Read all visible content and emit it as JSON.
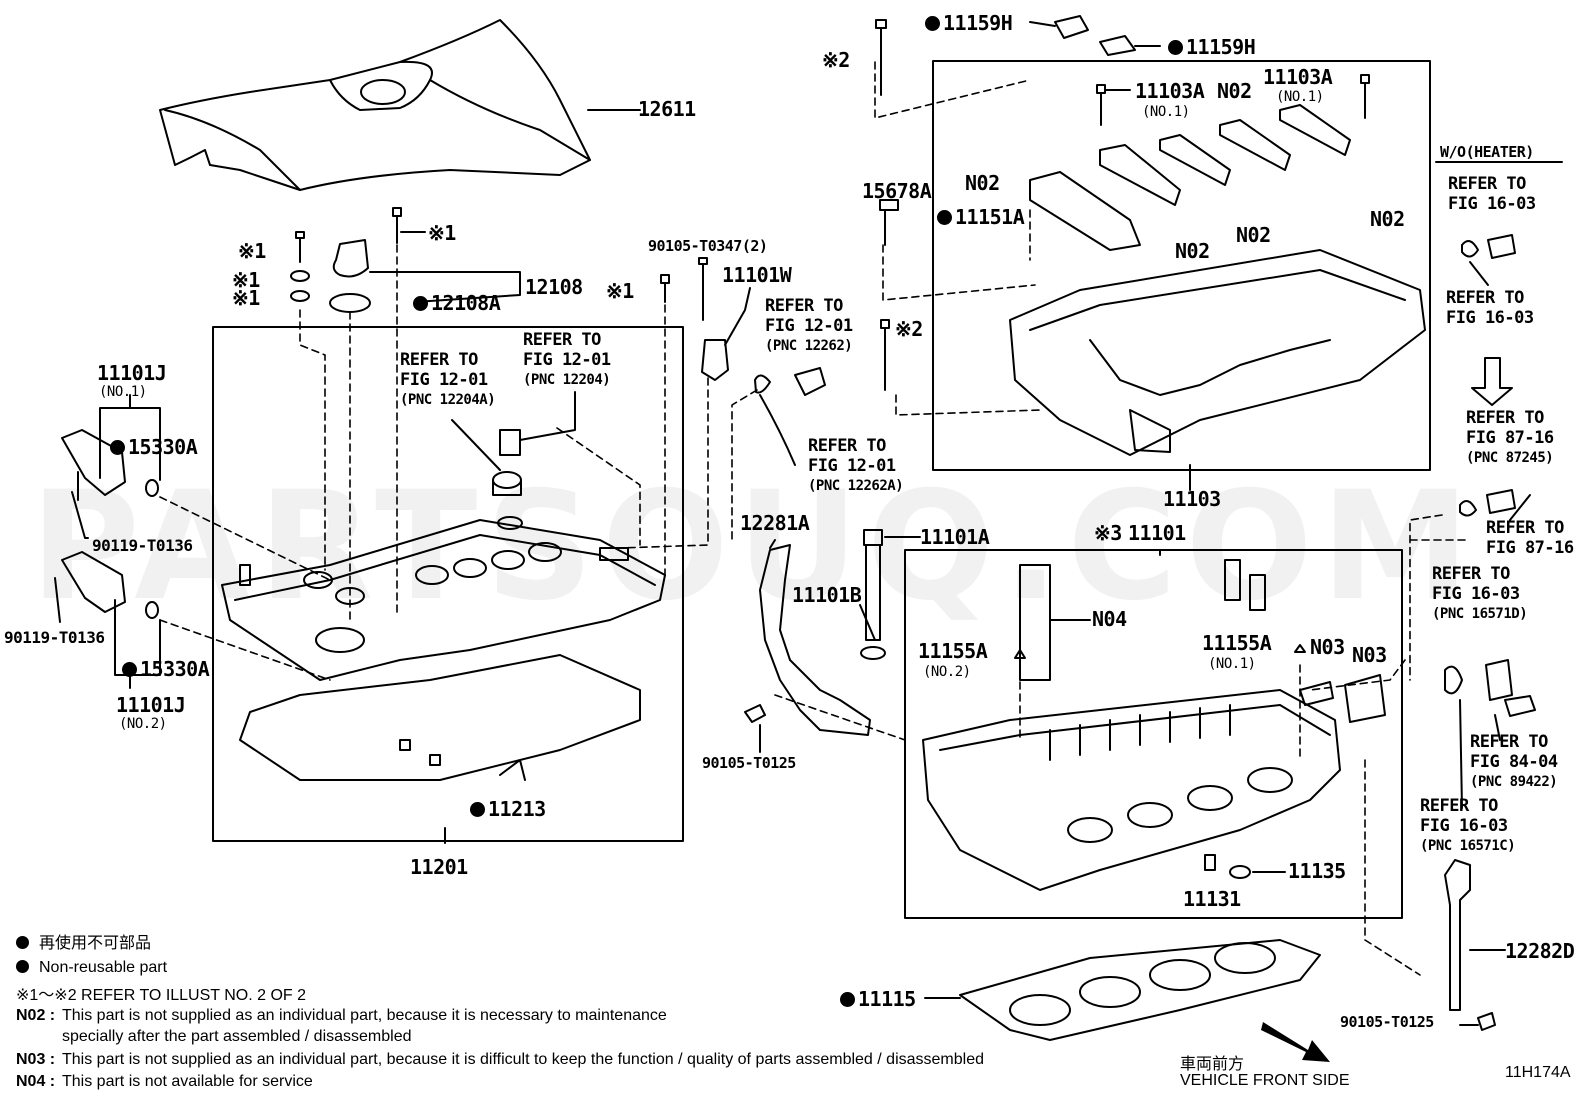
{
  "watermark": "PARTSOUQ.COM",
  "labels": {
    "p12611": "12611",
    "p12108": "12108",
    "p12108A": "12108A",
    "star1_a": "※1",
    "star1_b": "※1",
    "star1_c": "※1",
    "star1_d": "※1",
    "star1_e": "※1",
    "star2_a": "※2",
    "star2_b": "※2",
    "p11101J_1": "11101J",
    "p11101J_1_sub": "(NO.1)",
    "p15330A_1": "15330A",
    "p90119_1": "90119-T0136",
    "p90119_2": "90119-T0136",
    "p15330A_2": "15330A",
    "p11101J_2": "11101J",
    "p11101J_2_sub": "(NO.2)",
    "p11213": "11213",
    "p11201": "11201",
    "p90105_T0347": "90105-T0347(2)",
    "p11101W": "11101W",
    "p12281A": "12281A",
    "p11101A": "11101A",
    "p11101B": "11101B",
    "p90105_T0125_a": "90105-T0125",
    "p11159H_a": "11159H",
    "p11159H_b": "11159H",
    "p11103A_a": "11103A",
    "p11103A_a_sub": "(NO.1)",
    "p11103A_b": "11103A",
    "p11103A_b_sub": "(NO.1)",
    "n02_a": "N02",
    "n02_b": "N02",
    "n02_c": "N02",
    "n02_d": "N02",
    "n02_e": "N02",
    "p15678A": "15678A",
    "p11151A": "11151A",
    "p11103": "11103",
    "star3": "※3",
    "p11101": "11101",
    "n04": "N04",
    "p11155A_2": "11155A",
    "p11155A_2_sub": "(NO.2)",
    "p11155A_1": "11155A",
    "p11155A_1_sub": "(NO.1)",
    "n03_a": "N03",
    "n03_b": "N03",
    "p11135": "11135",
    "p11131": "11131",
    "p11115": "11115",
    "p12282D": "12282D",
    "p90105_T0125_b": "90105-T0125",
    "wo_heater": "W/O(HEATER)",
    "illus_code": "11H174A"
  },
  "refs": {
    "r1": {
      "line1": "REFER TO",
      "line2": "FIG 12-01",
      "pnc": "(PNC 12204A)"
    },
    "r2": {
      "line1": "REFER TO",
      "line2": "FIG 12-01",
      "pnc": "(PNC 12204)"
    },
    "r3": {
      "line1": "REFER TO",
      "line2": "FIG 12-01",
      "pnc": "(PNC 12262)"
    },
    "r4": {
      "line1": "REFER TO",
      "line2": "FIG 12-01",
      "pnc": "(PNC 12262A)"
    },
    "r5": {
      "line1": "REFER TO",
      "line2": "FIG 16-03"
    },
    "r6": {
      "line1": "REFER TO",
      "line2": "FIG 16-03"
    },
    "r7": {
      "line1": "REFER TO",
      "line2": "FIG 87-16",
      "pnc": "(PNC 87245)"
    },
    "r8": {
      "line1": "REFER TO",
      "line2": "FIG 87-16"
    },
    "r9": {
      "line1": "REFER TO",
      "line2": "FIG 16-03",
      "pnc": "(PNC 16571D)"
    },
    "r10": {
      "line1": "REFER TO",
      "line2": "FIG 84-04",
      "pnc": "(PNC 89422)"
    },
    "r11": {
      "line1": "REFER TO",
      "line2": "FIG 16-03",
      "pnc": "(PNC 16571C)"
    }
  },
  "legend": {
    "jp_nonreusable": "再使用不可部品",
    "en_nonreusable": "Non-reusable part",
    "refer_illust": "※1～※2  REFER TO ILLUST NO. 2 OF 2",
    "n02_code": "N02 :",
    "n02_text": "This part is not supplied as an individual part, because it is necessary to maintenance",
    "n02_text2": "specially after the part assembled / disassembled",
    "n03_code": "N03 :",
    "n03_text": "This part is not supplied as an individual part, because it is difficult to keep the function / quality of parts  assembled / disassembled",
    "n04_code": "N04 :",
    "n04_text": "This part is not available for service"
  },
  "front": {
    "jp": "車両前方",
    "en": "VEHICLE FRONT SIDE"
  }
}
